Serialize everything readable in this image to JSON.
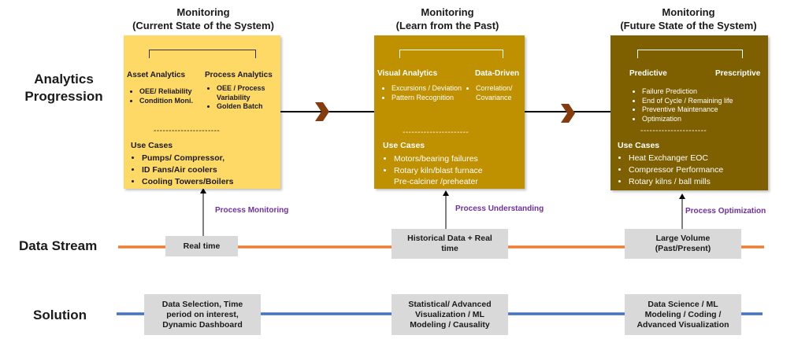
{
  "colors": {
    "stage1": "#ffd966",
    "stage2": "#bf9000",
    "stage3": "#7f6000",
    "data_stream_line": "#ed7d31",
    "solution_line": "#4472c4",
    "chevron": "#843c0c",
    "link_text": "#7030a0",
    "gray_box": "#d9d9d9"
  },
  "row_labels": {
    "analytics": "Analytics Progression",
    "data_stream": "Data Stream",
    "solution": "Solution"
  },
  "stages": [
    {
      "title_line1": "Monitoring",
      "title_line2": "(Current State of the System)",
      "left_header": "Asset Analytics",
      "right_header": "Process Analytics",
      "left_items": [
        "OEE/ Reliability",
        "Condition Moni."
      ],
      "right_items": [
        "OEE / Process Variability",
        "Golden Batch"
      ],
      "separator": "----------------------",
      "use_cases_title": "Use Cases",
      "use_cases": [
        "Pumps/ Compressor,",
        "ID Fans/Air coolers",
        "Cooling Towers/Boilers"
      ],
      "link_label": "Process Monitoring",
      "data_stream": "Real time",
      "solution": "Data Selection, Time period on interest, Dynamic Dashboard"
    },
    {
      "title_line1": "Monitoring",
      "title_line2": "(Learn from the Past)",
      "left_header": "Visual Analytics",
      "right_header": "Data-Driven",
      "left_items": [
        "Excursions / Deviation",
        "Pattern Recognition"
      ],
      "right_items": [
        "Correlation/ Covariance"
      ],
      "separator": "----------------------",
      "use_cases_title": "Use Cases",
      "use_cases": [
        "Motors/bearing failures",
        "Rotary kiln/blast furnace"
      ],
      "use_cases_cont": "Pre-calciner /preheater",
      "link_label": "Process Understanding",
      "data_stream": "Historical Data + Real time",
      "solution": "Statistical/ Advanced Visualization / ML Modeling / Causality"
    },
    {
      "title_line1": "Monitoring",
      "title_line2": "(Future State of the System)",
      "left_header": "Predictive",
      "right_header": "Prescriptive",
      "items": [
        "Failure Prediction",
        "End of Cycle / Remaining life",
        "Preventive Maintenance",
        "Optimization"
      ],
      "separator": "----------------------",
      "use_cases_title": "Use Cases",
      "use_cases": [
        "Heat Exchanger EOC",
        "Compressor Performance",
        "Rotary kilns / ball mills"
      ],
      "link_label": "Process Optimization",
      "data_stream": "Large Volume (Past/Present)",
      "solution": "Data Science / ML Modeling / Coding / Advanced Visualization"
    }
  ]
}
